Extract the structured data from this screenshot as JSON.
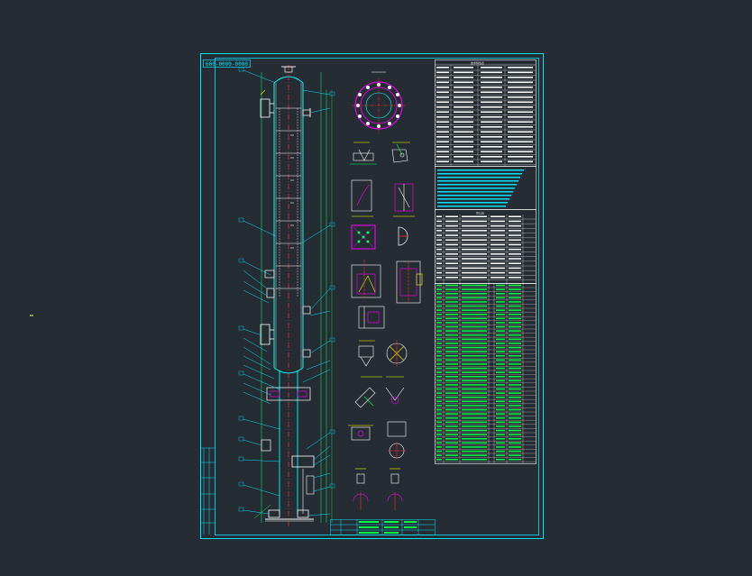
{
  "app": {
    "title": "CAD Drawing Viewer"
  },
  "colors": {
    "background": "#262c33",
    "frame": "#00e5ff",
    "shell": "#00ffff",
    "centerline": "#ff2a2a",
    "nozzle": "#ffffff",
    "table_text": "#ffffff",
    "table_green": "#00ff44",
    "magenta": "#ff00ff",
    "yellow": "#ffff00",
    "leader": "#00ff66"
  },
  "drawing": {
    "title_tag": "600-0000-0000",
    "spec_table_header": "技术特性表",
    "nozzle_table_header": "管口表"
  },
  "icons": {
    "cursor": "crosshair-icon"
  }
}
